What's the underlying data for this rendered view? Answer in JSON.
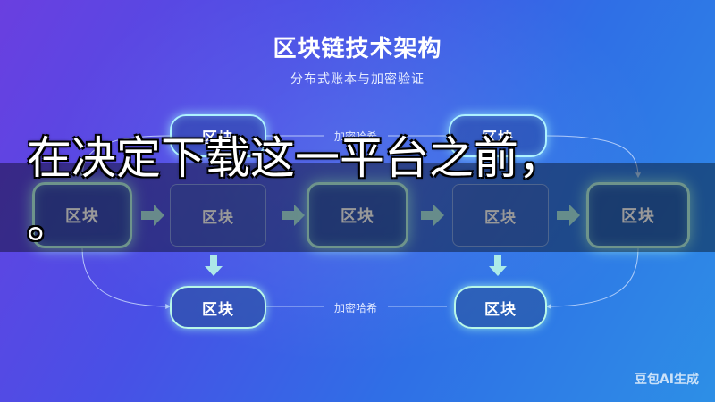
{
  "diagram": {
    "title": "区块链技术架构",
    "subtitle": "分布式账本与加密验证",
    "block_label": "区块",
    "hash_label": "加密哈希",
    "colors": {
      "bg_start": "#6a3fe0",
      "bg_end": "#2d8fe6",
      "arrow": "#b8f7e8",
      "link_line": "#cfe0ff"
    }
  },
  "overlay": {
    "line1": "在决定下载这一平台之前，",
    "line2": "。"
  },
  "watermark": "豆包AI生成"
}
